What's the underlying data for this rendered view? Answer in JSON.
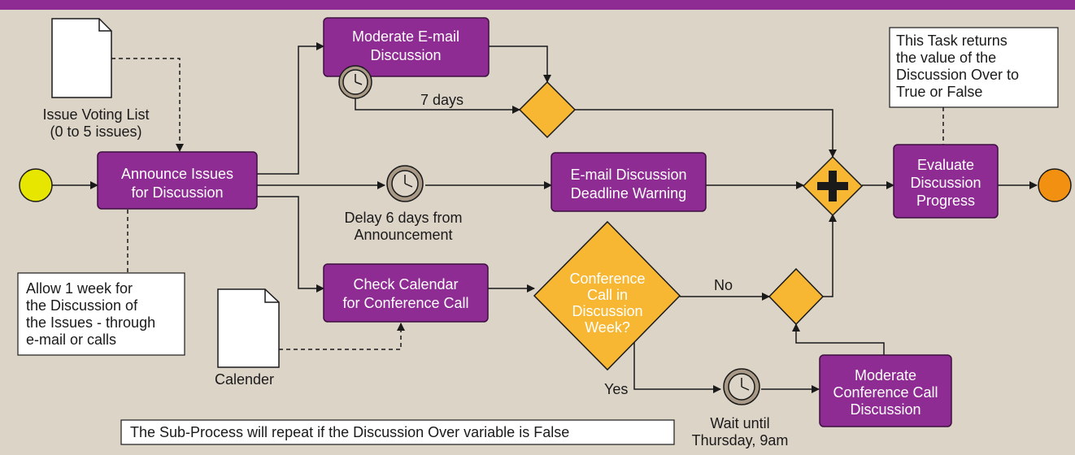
{
  "tasks": {
    "announce": [
      "Announce Issues",
      "for Discussion"
    ],
    "moderate_email": [
      "Moderate E-mail",
      "Discussion"
    ],
    "email_warning": [
      "E-mail Discussion",
      "Deadline Warning"
    ],
    "check_calendar": [
      "Check Calendar",
      "for Conference Call"
    ],
    "moderate_conf": [
      "Moderate",
      "Conference Call",
      "Discussion"
    ],
    "evaluate": [
      "Evaluate",
      "Discussion",
      "Progress"
    ]
  },
  "gateways": {
    "conference_question": [
      "Conference",
      "Call in",
      "Discussion",
      "Week?"
    ]
  },
  "data_objects": {
    "issue_list": [
      "Issue Voting List",
      "(0 to 5 issues)"
    ],
    "calendar": [
      "Calender"
    ]
  },
  "labels": {
    "seven_days": "7 days",
    "delay": [
      "Delay 6 days from",
      "Announcement"
    ],
    "no": "No",
    "yes": "Yes",
    "wait": [
      "Wait until",
      "Thursday, 9am"
    ]
  },
  "annotations": {
    "allow_week": [
      "Allow 1 week for",
      "the Discussion of",
      "the Issues - through",
      "e-mail or calls"
    ],
    "task_returns": [
      "This Task returns",
      "the value of the",
      "Discussion Over to",
      "True or False"
    ],
    "repeat_note": "The Sub-Process will repeat if the Discussion Over variable is False"
  },
  "colors": {
    "background": "#ddd4c8",
    "header_bar": "#8f2c93",
    "task": "#8f2c93",
    "gateway": "#f7b733",
    "start_event": "#e6e600",
    "end_event": "#f29111",
    "timer": "#a89a86"
  }
}
